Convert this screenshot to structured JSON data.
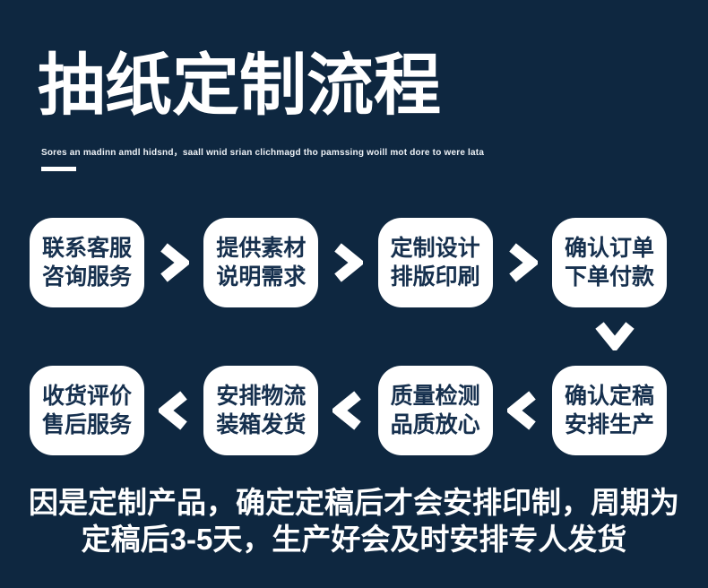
{
  "page": {
    "background_color": "#0e2740",
    "box_background_color": "#ffffff",
    "box_text_color": "#16304e",
    "text_color": "#ffffff"
  },
  "header": {
    "title": "抽纸定制流程",
    "subtitle": "Sores an madinn amdl hidsnd，saall wnid srian clichmagd tho pamssing woill mot dore to were lata"
  },
  "icons": {
    "arrow_right": "chevron-right",
    "arrow_left": "chevron-left",
    "arrow_down": "chevron-down"
  },
  "flow": {
    "row1": [
      {
        "line1": "联系客服",
        "line2": "咨询服务"
      },
      {
        "line1": "提供素材",
        "line2": "说明需求"
      },
      {
        "line1": "定制设计",
        "line2": "排版印刷"
      },
      {
        "line1": "确认订单",
        "line2": "下单付款"
      }
    ],
    "row2": [
      {
        "line1": "收货评价",
        "line2": "售后服务"
      },
      {
        "line1": "安排物流",
        "line2": "装箱发货"
      },
      {
        "line1": "质量检测",
        "line2": "品质放心"
      },
      {
        "line1": "确认定稿",
        "line2": "安排生产"
      }
    ]
  },
  "footer": {
    "line1": "因是定制产品，确定定稿后才会安排印制，周期为",
    "line2": "定稿后3-5天，生产好会及时安排专人发货"
  }
}
